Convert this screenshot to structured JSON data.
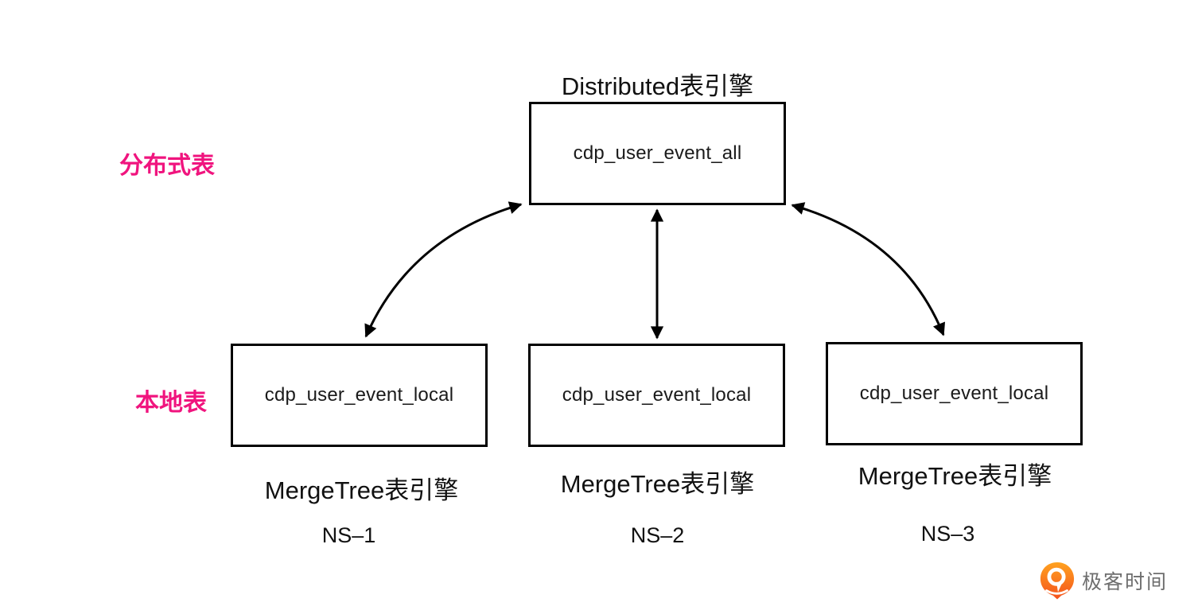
{
  "diagram": {
    "distributed": {
      "engine_label": "Distributed表引擎",
      "table_name": "cdp_user_event_all"
    },
    "row_labels": {
      "distributed": "分布式表",
      "local": "本地表"
    },
    "nodes": [
      {
        "table_name": "cdp_user_event_local",
        "engine_label": "MergeTree表引擎",
        "ns": "NS–1"
      },
      {
        "table_name": "cdp_user_event_local",
        "engine_label": "MergeTree表引擎",
        "ns": "NS–2"
      },
      {
        "table_name": "cdp_user_event_local",
        "engine_label": "MergeTree表引擎",
        "ns": "NS–3"
      }
    ],
    "colors": {
      "accent_pink": "#f0147e",
      "line_black": "#000000",
      "logo_orange_top": "#ffa21f",
      "logo_orange_bottom": "#f4511e",
      "logo_text_gray": "#6e6e6e"
    }
  },
  "branding": {
    "icon": "geektime-pin-icon",
    "text": "极客时间"
  }
}
